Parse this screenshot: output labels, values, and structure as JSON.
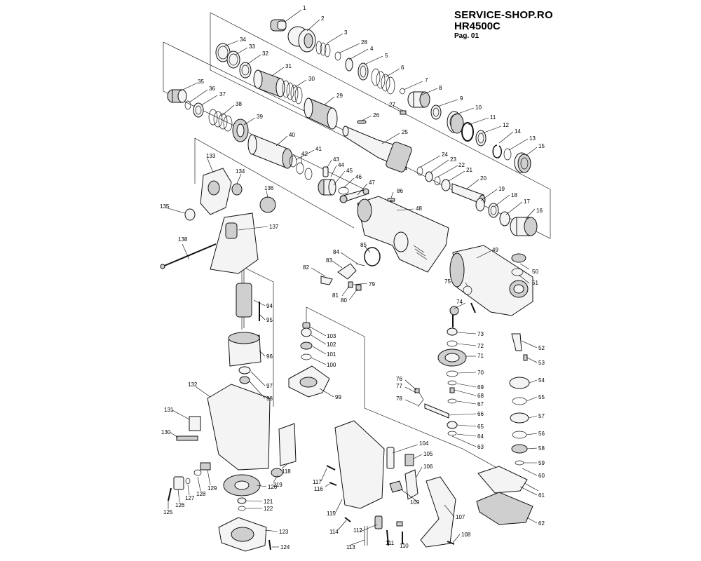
{
  "header": {
    "shop": "SERVICE-SHOP.RO",
    "model": "HR4500C",
    "page": "Pag. 01"
  },
  "callouts": {
    "p1": "1",
    "p2": "2",
    "p3": "3",
    "p4": "4",
    "p5": "5",
    "p6": "6",
    "p7": "7",
    "p8": "8",
    "p9": "9",
    "p10": "10",
    "p11": "11",
    "p12": "12",
    "p13": "13",
    "p14": "14",
    "p15": "15",
    "p16": "16",
    "p17": "17",
    "p18": "18",
    "p19": "19",
    "p20": "20",
    "p21": "21",
    "p22": "22",
    "p23": "23",
    "p24": "24",
    "p25": "25",
    "p26": "26",
    "p27": "27",
    "p28": "28",
    "p29": "29",
    "p30": "30",
    "p31": "31",
    "p32": "32",
    "p33": "33",
    "p34": "34",
    "p35": "35",
    "p36": "36",
    "p37": "37",
    "p38": "38",
    "p39": "39",
    "p40": "40",
    "p41": "41",
    "p42": "42",
    "p43": "43",
    "p44": "44",
    "p45": "45",
    "p46": "46",
    "p47": "47",
    "p48": "48",
    "p49": "49",
    "p50": "50",
    "p51": "51",
    "p52": "52",
    "p53": "53",
    "p54": "54",
    "p55": "55",
    "p56": "56",
    "p57": "57",
    "p58": "58",
    "p59": "59",
    "p60": "60",
    "p61": "61",
    "p62": "62",
    "p63": "63",
    "p64": "64",
    "p65": "65",
    "p66": "66",
    "p67": "67",
    "p68": "68",
    "p69": "69",
    "p70": "70",
    "p71": "71",
    "p72": "72",
    "p73": "73",
    "p74": "74",
    "p75": "75",
    "p76": "76",
    "p77": "77",
    "p78": "78",
    "p79": "79",
    "p80": "80",
    "p81": "81",
    "p82": "82",
    "p83": "83",
    "p84": "84",
    "p85": "85",
    "p86": "86",
    "p94": "94",
    "p95": "95",
    "p96": "96",
    "p97": "97",
    "p98": "98",
    "p99": "99",
    "p100": "100",
    "p101": "101",
    "p102": "102",
    "p103": "103",
    "p104": "104",
    "p105": "105",
    "p106": "106",
    "p107": "107",
    "p108": "108",
    "p109": "109",
    "p110": "110",
    "p111": "111",
    "p112": "112",
    "p113": "113",
    "p114": "114",
    "p115": "115",
    "p116": "116",
    "p117": "117",
    "p118": "118",
    "p119": "119",
    "p120": "120",
    "p121": "121",
    "p122": "122",
    "p123": "123",
    "p124": "124",
    "p125": "125",
    "p126": "126",
    "p127": "127",
    "p128": "128",
    "p129": "129",
    "p130": "130",
    "p131": "131",
    "p132": "132",
    "p133": "133",
    "p134": "134",
    "p135": "135",
    "p136": "136",
    "p137": "137",
    "p138": "138"
  }
}
